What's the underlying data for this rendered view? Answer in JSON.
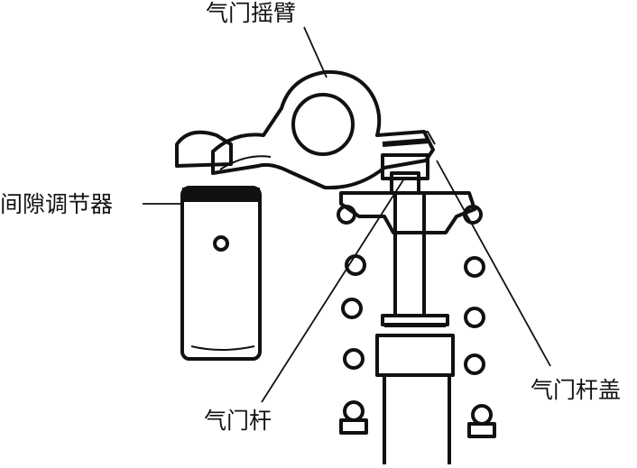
{
  "labels": {
    "rocker_arm": "气门摇臂",
    "lash_adjuster": "间隙调节器",
    "valve_stem_cap": "气门杆盖",
    "valve_stem": "气门杆"
  },
  "colors": {
    "ink": "#111111",
    "background": "#ffffff"
  }
}
